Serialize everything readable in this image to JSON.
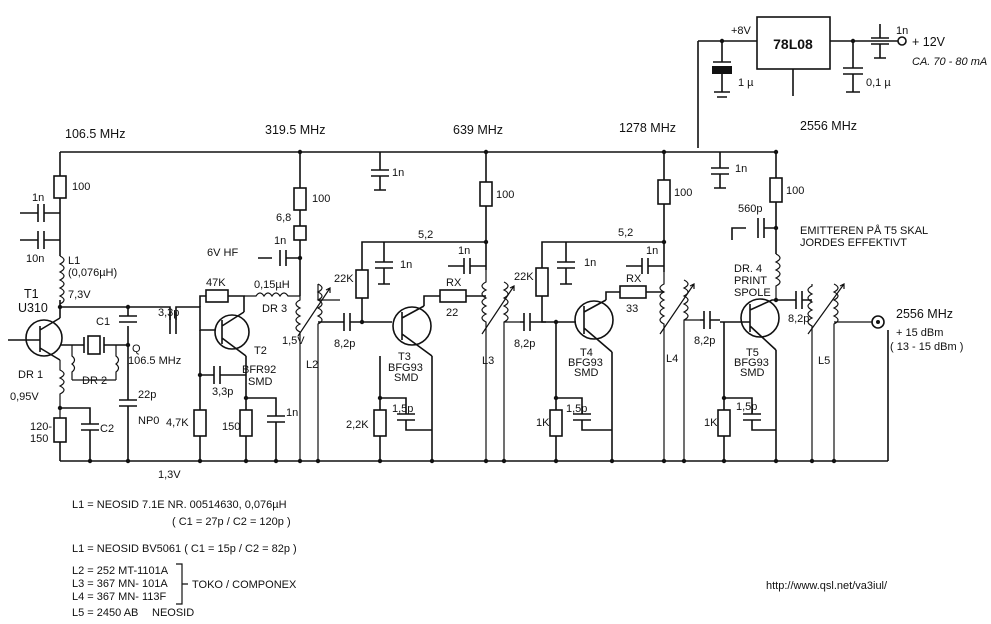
{
  "frequencies": {
    "f1": "106.5 MHz",
    "f2": "319.5 MHz",
    "f3": "639 MHz",
    "f4": "1278 MHz",
    "f5": "2556 MHz"
  },
  "regulator": {
    "name": "78L08",
    "in_label": "+ 12V",
    "out_label": "+8V",
    "current": "CA. 70 - 80 mA",
    "c_in": "1n",
    "c_in2": "0,1 µ",
    "c_out": "1 µ"
  },
  "stage1": {
    "t1": "T1",
    "t1_type": "U310",
    "r_top": "100",
    "c_1n": "1n",
    "c_10n": "10n",
    "l1": "L1",
    "l1_val": "(0,076µH)",
    "v_drain": "7,3V",
    "c1": "C1",
    "q": "Q",
    "q_freq": "106.5 MHz",
    "dr2": "DR 2",
    "dr1": "DR 1",
    "v_source": "0,95V",
    "r_source": "120-",
    "r_source2": "150",
    "c2": "C2",
    "c_22p": "22p",
    "np0": "NP0"
  },
  "stage2": {
    "c_33p": "3,3p",
    "r_47k": "47K",
    "l_015": "0,15µH",
    "dr3": "DR 3",
    "v_hf": "6V HF",
    "t2": "T2",
    "t2_type": "BFR92",
    "t2_pkg": "SMD",
    "c_33p_b": "3,3p",
    "r_47k_b": "4,7K",
    "r_150": "150",
    "c_1n_b": "1n",
    "v_base": "1,3V",
    "v_coll": "1,5V",
    "r_68": "6,8",
    "r_100": "100",
    "c_1n_c": "1n",
    "l2": "L2",
    "c_82p": "8,2p"
  },
  "stage3": {
    "c_1n_top": "1n",
    "r_100": "100",
    "v_52": "5,2",
    "r_22k": "22K",
    "c_1n": "1n",
    "c_1n_b": "1n",
    "rx": "RX",
    "rx_val": "22",
    "t3": "T3",
    "t3_type": "BFG93",
    "t3_pkg": "SMD",
    "r_22k_b": "2,2K",
    "c_15p": "1,5p",
    "l3": "L3",
    "c_82p": "8,2p"
  },
  "stage4": {
    "r_100": "100",
    "v_52": "5,2",
    "r_22k": "22K",
    "c_1n": "1n",
    "c_1n_b": "1n",
    "rx": "RX",
    "rx_val": "33",
    "t4": "T4",
    "t4_type": "BFG93",
    "t4_pkg": "SMD",
    "r_1k": "1K",
    "c_15p": "1,5p",
    "l4": "L4",
    "c_82p": "8,2p"
  },
  "stage5": {
    "c_1n_top": "1n",
    "r_100": "100",
    "c_560p": "560p",
    "note1": "EMITTEREN PÅ T5 SKAL",
    "note2": "JORDES EFFEKTIVT",
    "dr4": "DR. 4",
    "print": "PRINT",
    "spole": "SPOLE",
    "t5": "T5",
    "t5_type": "BFG93",
    "t5_pkg": "SMD",
    "c_82p": "8,2p",
    "r_1k": "1K",
    "c_15p": "1,5p",
    "l5": "L5",
    "out_freq": "2556 MHz",
    "out_power": "+ 15 dBm",
    "out_range": "( 13 - 15 dBm )"
  },
  "legend": {
    "l1a": "L1 = NEOSID 7.1E NR. 00514630, 0,076µH",
    "l1a_c": "( C1 = 27p / C2 = 120p )",
    "l1b": "L1 = NEOSID BV5061 ( C1 = 15p / C2 = 82p )",
    "l2": "L2 = 252 MT-1101A",
    "l3": "L3 = 367 MN- 101A",
    "l4": "L4 = 367 MN- 113F",
    "toko": "TOKO / COMPONEX",
    "l5": "L5 = 2450 AB",
    "neosid": "NEOSID"
  },
  "url": "http://www.qsl.net/va3iul/"
}
